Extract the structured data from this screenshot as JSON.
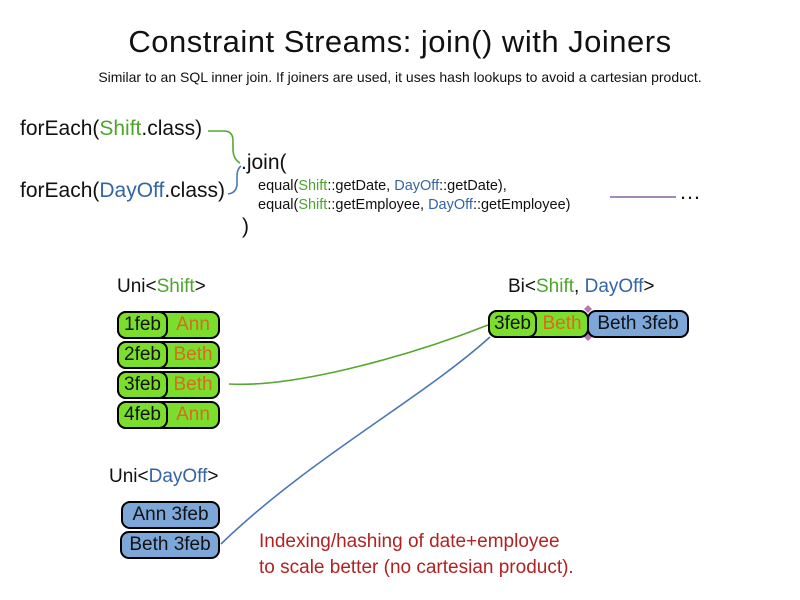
{
  "slide": {
    "title": "Constraint Streams: join() with Joiners",
    "subtitle": "Similar to an SQL inner join. If joiners are used, it uses hash lookups to avoid a cartesian product."
  },
  "code": {
    "foreach_shift": {
      "prefix": "forEach(",
      "class_name": "Shift",
      "suffix": ".class)"
    },
    "foreach_dayoff": {
      "prefix": "forEach(",
      "class_name": "DayOff",
      "suffix": ".class)"
    },
    "join_open": ".join(",
    "joiner_date": {
      "p1": "equal(",
      "c1": "Shift",
      "p2": "::getDate, ",
      "c2": "DayOff",
      "p3": "::getDate),"
    },
    "joiner_employee": {
      "p1": "equal(",
      "c1": "Shift",
      "p2": "::getEmployee, ",
      "c2": "DayOff",
      "p3": "::getEmployee)"
    },
    "join_close": ")",
    "ellipsis": "…"
  },
  "uni_shift": {
    "label": {
      "prefix": "Uni<",
      "type": "Shift",
      "suffix": ">"
    },
    "rows": [
      {
        "date": "1feb",
        "employee": "Ann"
      },
      {
        "date": "2feb",
        "employee": "Beth"
      },
      {
        "date": "3feb",
        "employee": "Beth"
      },
      {
        "date": "4feb",
        "employee": "Ann"
      }
    ]
  },
  "uni_dayoff": {
    "label": {
      "prefix": "Uni<",
      "type": "DayOff",
      "suffix": ">"
    },
    "rows": [
      {
        "text": "Ann 3feb"
      },
      {
        "text": "Beth 3feb"
      }
    ]
  },
  "bi": {
    "label": {
      "prefix": "Bi<",
      "type1": "Shift",
      "separator": ", ",
      "type2": "DayOff",
      "suffix": ">"
    },
    "row": {
      "shift_date": "3feb",
      "shift_employee": "Beth",
      "dayoff": "Beth 3feb"
    }
  },
  "annotation": {
    "line1": "Indexing/hashing of date+employee",
    "line2": "to scale better (no cartesian product)."
  },
  "colors": {
    "shift_green_text": "#4DA52D",
    "dayoff_blue_text": "#3465A4",
    "employee_orange_text": "#D96B1E",
    "green_box_fill": "#7BDE2D",
    "blue_box_fill": "#7DA7D9",
    "green_line": "#55A82F",
    "blue_line": "#4A76B8",
    "purple_line": "#8465A5",
    "red_annotation": "#B22222"
  }
}
